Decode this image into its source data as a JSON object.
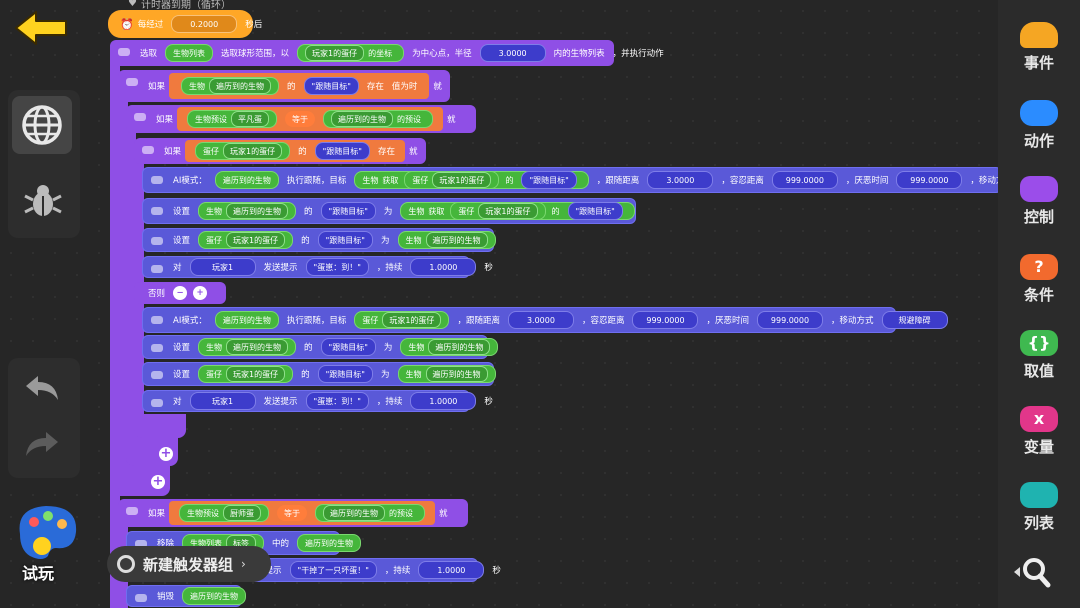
{
  "left_rail": {
    "back_icon": "back-arrow-icon",
    "globe_icon": "globe-icon",
    "bug_icon": "bug-icon",
    "undo_icon": "undo-icon",
    "redo_icon": "redo-icon",
    "try_label": "试玩"
  },
  "categories": [
    {
      "label": "事件",
      "color": "#f5a623",
      "icon": "event-icon"
    },
    {
      "label": "动作",
      "color": "#2b8cff",
      "icon": "action-icon"
    },
    {
      "label": "控制",
      "color": "#9b4dea",
      "icon": "control-icon"
    },
    {
      "label": "条件",
      "color": "#f26a2e",
      "icon": "condition-icon"
    },
    {
      "label": "取值",
      "color": "#3fb950",
      "icon": "value-icon"
    },
    {
      "label": "变量",
      "color": "#e2368a",
      "icon": "variable-icon"
    },
    {
      "label": "列表",
      "color": "#1fb3b0",
      "icon": "list-icon"
    }
  ],
  "search_icon": "search-icon",
  "trigger_group_button": "新建触发器组",
  "blocks": {
    "timer_header": "计时器到期（循环）",
    "every": "每经过",
    "every_val": "0.2000",
    "seconds_after": "秒后",
    "select": "选取",
    "creature_list": "生物列表",
    "select_range": "选取球形范围，以",
    "player_egg": "玩家1的蛋仔",
    "coords": "的坐标",
    "as_center": "为中心点，半径",
    "radius": "3.0000",
    "inner_list": "内的生物列表",
    "exec": "，并执行动作",
    "if": "如果",
    "creature": "生物",
    "traversed": "遍历到的生物",
    "of": "的",
    "follow_target": "\"跟随目标\"",
    "exists": "存在",
    "value_true": "值为时",
    "then": "就",
    "preset": "生物预设",
    "flat_egg": "平凡蛋",
    "equals": "等于",
    "traversed_preset": "遍历到的生物",
    "preset_suffix": "的预设",
    "egg": "蛋仔",
    "player_egg2": "玩家1的蛋仔",
    "ai_mode": "AI模式：",
    "ai_traversed": "遍历到的生物",
    "exec_follow": "执行跟随，目标",
    "get": "获取",
    "follow_dist": "，跟随距离",
    "dist1": "3.0000",
    "tolerance": "，容忍距离",
    "tol_val": "999.0000",
    "weary": "，厌恶时间",
    "weary_val": "999.0000",
    "move_mode": "，移动方式",
    "move_val": "规避障碍",
    "set": "设置",
    "as": "为",
    "to": "对",
    "player1": "玩家1",
    "send_tip": "发送提示",
    "tip_text": "\"蛋崽：到！\"",
    "duration": "，持续",
    "dur_val": "1.0000",
    "sec": "秒",
    "else": "否则",
    "preset2": "生物预设",
    "bad_egg": "厨师蛋",
    "remove": "移除",
    "list_label": "生物列表",
    "list_tag": "标签",
    "in": "中的",
    "remove_creature": "遍历到的生物",
    "tip_bad": "\"干掉了一只坏蛋！\"",
    "dur2": "1.0000",
    "destroy": "销毁",
    "destroy_target": "遍历到的生物"
  }
}
